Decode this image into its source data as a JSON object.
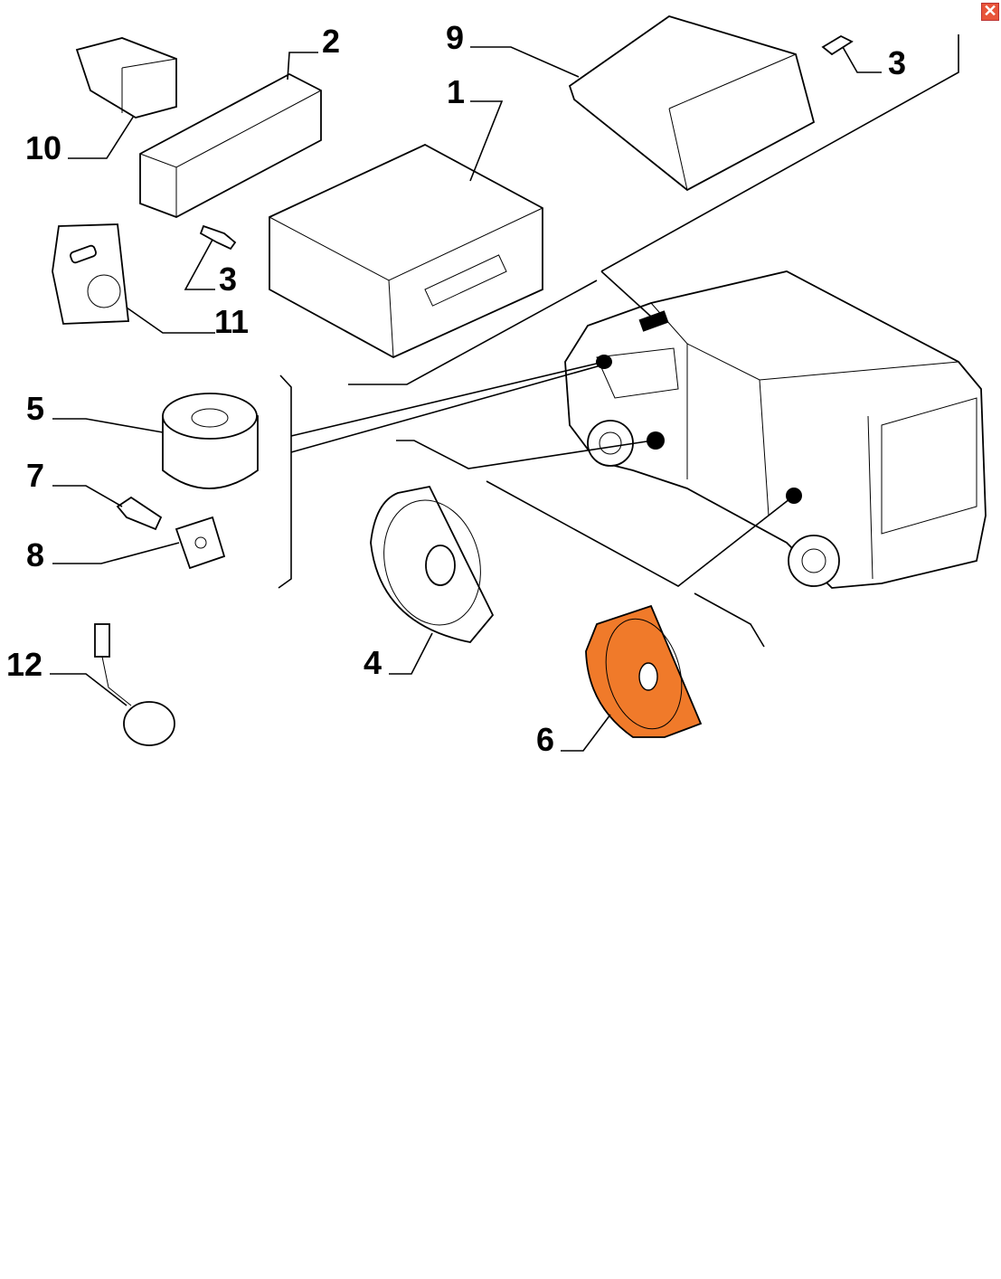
{
  "close_button": {
    "label": "✕",
    "icon": "close-icon"
  },
  "highlight_color": "#f07a2a",
  "callouts": {
    "radio_unit": "1",
    "radio_frame": "2",
    "screw_a": "3",
    "screw_b": "3",
    "door_speaker": "4",
    "tweeter": "5",
    "rear_speaker": "6",
    "bolt": "7",
    "clip": "8",
    "radio_unit_alt": "9",
    "connector": "10",
    "kit_bag": "11",
    "antenna_cable": "12"
  }
}
